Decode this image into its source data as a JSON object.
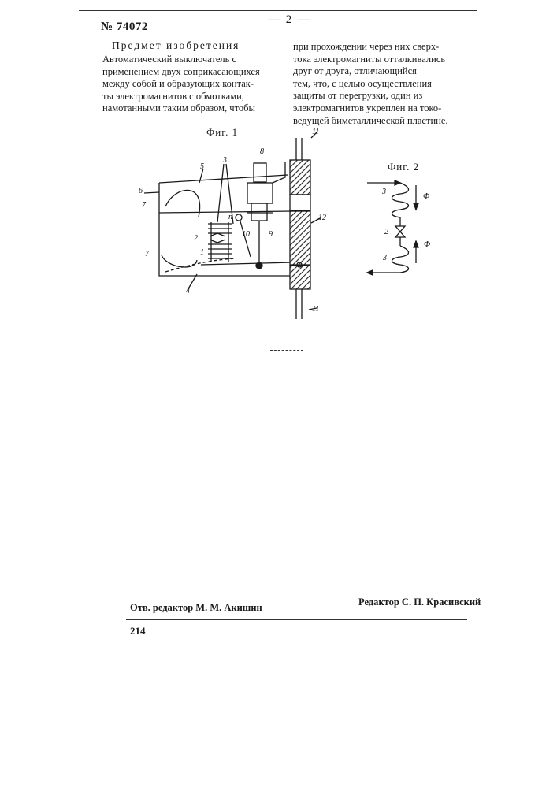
{
  "header": {
    "patent_number": "№ 74072",
    "page_number": "— 2 —"
  },
  "section_title": "Предмет изобретения",
  "claim_left_lines": [
    "Автоматический выключатель с",
    "применением двух соприкасающихся",
    "между собой и образующих контак-",
    "ты электромагнитов с обмотками,",
    "намотанными таким образом, чтобы"
  ],
  "claim_right_lines": [
    "при прохождении через них сверх-",
    "тока электромагниты отталкивались",
    "друг от друга, отличающийся",
    "тем, что, с целью осуществления",
    "защиты от перегрузки, один из",
    "электромагнитов укреплен на токо-",
    "ведущей биметаллической пластине."
  ],
  "figures": {
    "fig1_caption": "Фиг. 1",
    "fig2_caption": "Фиг. 2",
    "fig1_labels": {
      "l1": "1",
      "l2": "2",
      "l3": "3",
      "l4": "4",
      "l5": "5",
      "l6": "6",
      "l7a": "7",
      "l7b": "7",
      "l8": "8",
      "l9": "9",
      "l10": "10",
      "l11a": "11",
      "l11b": "11",
      "l12": "12",
      "ln": "n"
    },
    "fig2_labels": {
      "l2": "2",
      "l3a": "3",
      "l3b": "3",
      "phi_a": "Ф",
      "phi_b": "Ф"
    }
  },
  "footer": {
    "left": "Отв. редактор М. М. Акишин",
    "right": "Редактор С. П. Красивский",
    "page_code": "214"
  }
}
